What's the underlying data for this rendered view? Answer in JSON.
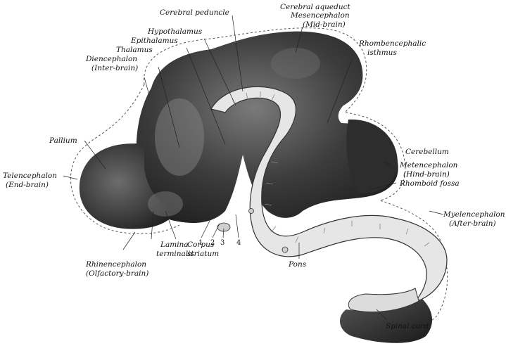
{
  "colors": {
    "dark_tissue": "#2a2a2a",
    "mid_tissue": "#5a5a5a",
    "light_tube": "#e8e8e8",
    "outline_dashed": "#555555",
    "label_text": "#111111"
  },
  "labels": {
    "cerebral_peduncle": "Cerebral peduncle",
    "cerebral_aqueduct": "Cerebral aqueduct",
    "mesencephalon": "Mesencephalon",
    "mid_brain": "(Mid-brain)",
    "hypothalamus": "Hypothalamus",
    "epithalamus": "Epithalamus",
    "thalamus": "Thalamus",
    "diencephalon": "Diencephalon",
    "inter_brain": "(Inter-brain)",
    "rhombencephalic": "Rhombencephalic",
    "isthmus": "isthmus",
    "pallium": "Pallium",
    "telencephalon": "Telencephalon",
    "end_brain": "(End-brain)",
    "cerebellum": "Cerebellum",
    "metencephalon": "Metencephalon",
    "hind_brain": "(Hind-brain)",
    "rhomboid_fossa": "Rhomboid fossa",
    "myelencephalon": "Myelencephalon",
    "after_brain": "(After-brain)",
    "lamina": "Lamina",
    "terminalis": "terminalis",
    "corpus": "Corpus",
    "striatum": "striatum",
    "rhinencephalon": "Rhinencephalon",
    "olfactory_brain": "(Olfactory-brain)",
    "pons": "Pons",
    "spinal_cord": "Spinal cord",
    "num_1": "1",
    "num_2": "2",
    "num_3": "3",
    "num_4": "4"
  }
}
